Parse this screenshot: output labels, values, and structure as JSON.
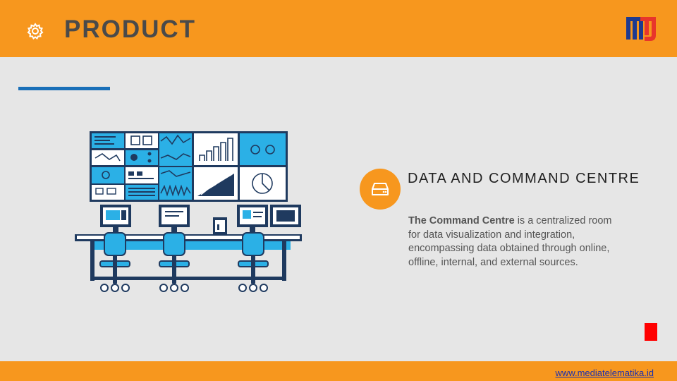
{
  "header": {
    "title": "PRODUCT",
    "icon": "gear-icon",
    "logo": "mj-logo"
  },
  "section": {
    "icon": "server-drive-icon",
    "title": "DATA AND COMMAND CENTRE",
    "description_bold": "The Command Centre",
    "description_rest": " is a centralized room for data visualization and integration, encompassing data obtained through online, offline, internal, and external sources."
  },
  "footer": {
    "link": "www.mediatelematika.id"
  },
  "colors": {
    "accent": "#f7971e",
    "line": "#1a6fb8",
    "illustration_blue": "#2bb0e6",
    "dark_navy": "#1f3a5f"
  }
}
